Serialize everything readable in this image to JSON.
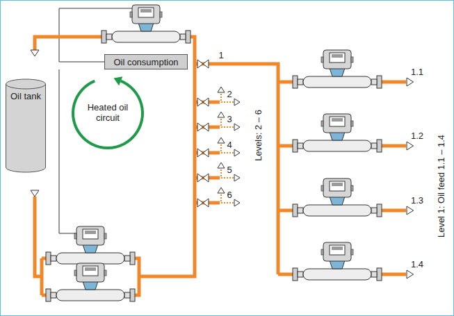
{
  "diagram": {
    "nodes": [
      {
        "text": [
          "Oil tank"
        ]
      },
      {
        "text": [
          "Oil consumption"
        ]
      }
    ],
    "labels": [
      "Heated oil circuit",
      "1",
      "2",
      "3",
      "4",
      "5",
      "6",
      "Levels: 2 – 6",
      "1.1",
      "1.2",
      "1.3",
      "1.4",
      "Level 1: Oil feed 1.1 – 1.4"
    ]
  }
}
